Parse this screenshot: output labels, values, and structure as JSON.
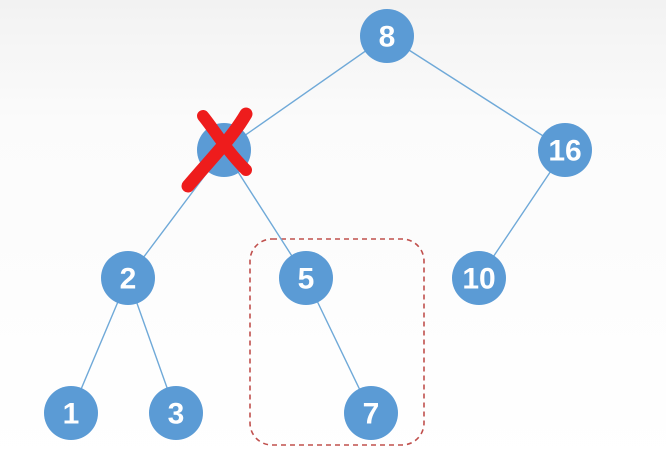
{
  "tree": {
    "nodes": [
      {
        "id": "n8",
        "label": "8"
      },
      {
        "id": "n-deleted",
        "label": ""
      },
      {
        "id": "n16",
        "label": "16"
      },
      {
        "id": "n2",
        "label": "2"
      },
      {
        "id": "n5",
        "label": "5"
      },
      {
        "id": "n10",
        "label": "10"
      },
      {
        "id": "n1",
        "label": "1"
      },
      {
        "id": "n3",
        "label": "3"
      },
      {
        "id": "n7",
        "label": "7"
      }
    ],
    "edges": [
      {
        "from": "n8",
        "to": "n-deleted"
      },
      {
        "from": "n8",
        "to": "n16"
      },
      {
        "from": "n-deleted",
        "to": "n2"
      },
      {
        "from": "n-deleted",
        "to": "n5"
      },
      {
        "from": "n16",
        "to": "n10"
      },
      {
        "from": "n2",
        "to": "n1"
      },
      {
        "from": "n2",
        "to": "n3"
      },
      {
        "from": "n5",
        "to": "n7"
      }
    ],
    "deleted_node": "n-deleted",
    "highlighted_subtree_root": "n5"
  },
  "colors": {
    "node_fill": "#5b9bd5",
    "node_text": "#ffffff",
    "edge": "#6fa9d8",
    "cross": "#ee1c1c",
    "highlight_box": "#c0504d"
  }
}
